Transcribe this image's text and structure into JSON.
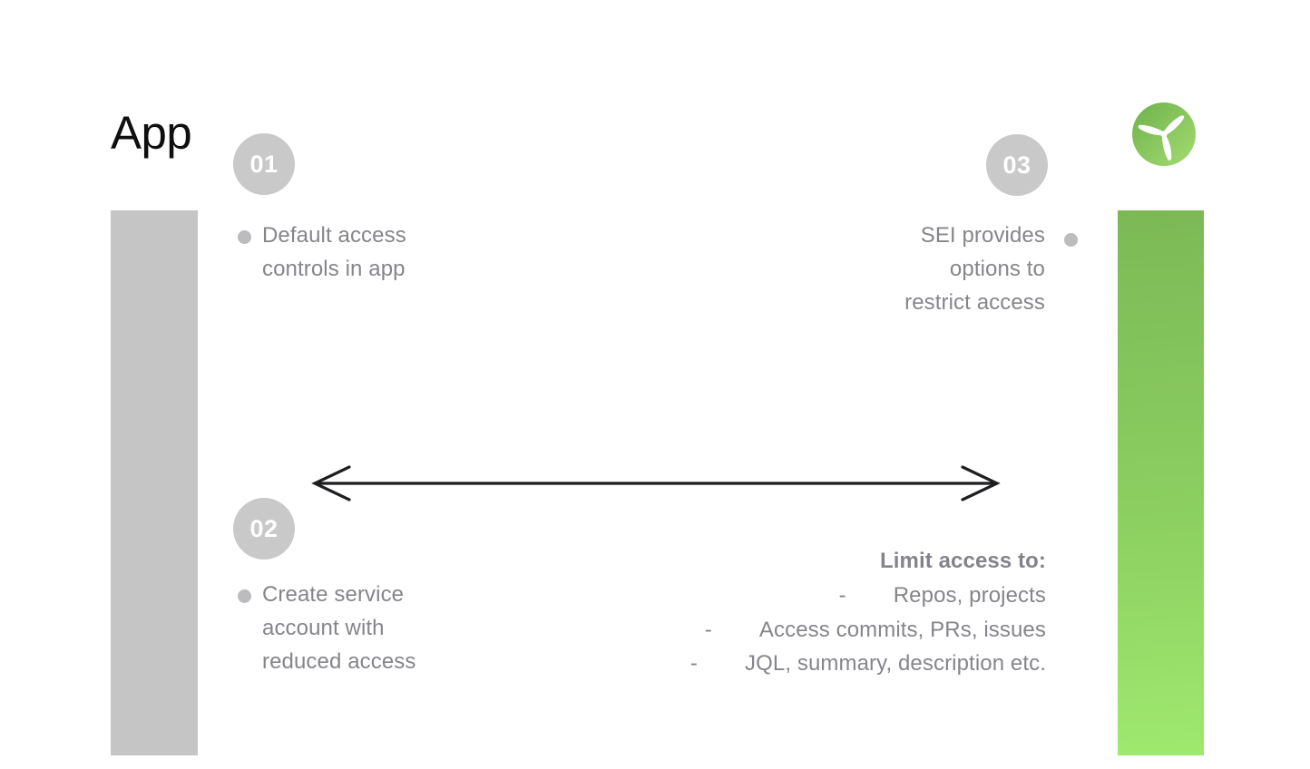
{
  "title": "App",
  "logo": {
    "icon": "propeller-turbine-icon",
    "green_dark": "#6fb14b",
    "green_light": "#a3dc72"
  },
  "steps": [
    {
      "number": "01",
      "lines": [
        "Default access",
        "controls in app"
      ]
    },
    {
      "number": "02",
      "lines": [
        "Create service",
        "account with",
        "reduced access"
      ]
    },
    {
      "number": "03",
      "lines": [
        "SEI provides",
        "options to",
        "restrict access"
      ]
    }
  ],
  "limit": {
    "heading": "Limit access to:",
    "dash": "-",
    "items": [
      "Repos, projects",
      "Access commits, PRs, issues",
      "JQL, summary, description etc."
    ]
  },
  "colors": {
    "bar_gray": "#c5c5c6",
    "badge_gray": "#c9c9c9",
    "bullet_gray": "#bcbcbf",
    "text_gray": "#85858b",
    "arrow_black": "#1e1e20",
    "green_bar_top": "#7cb956",
    "green_bar_bottom": "#9fe96f"
  }
}
